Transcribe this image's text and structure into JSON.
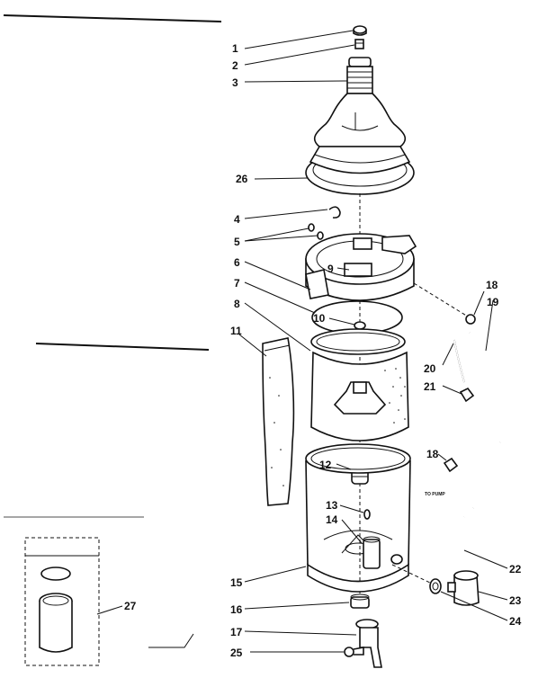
{
  "colors": {
    "ink": "#111111",
    "paper": "#ffffff"
  },
  "note_to_pump": "TO PUMP",
  "callouts": [
    {
      "id": "1",
      "text": "1"
    },
    {
      "id": "2",
      "text": "2"
    },
    {
      "id": "3",
      "text": "3"
    },
    {
      "id": "26",
      "text": "26"
    },
    {
      "id": "4",
      "text": "4"
    },
    {
      "id": "5",
      "text": "5"
    },
    {
      "id": "9",
      "text": "9"
    },
    {
      "id": "6",
      "text": "6"
    },
    {
      "id": "7",
      "text": "7"
    },
    {
      "id": "10",
      "text": "10"
    },
    {
      "id": "8",
      "text": "8"
    },
    {
      "id": "11",
      "text": "11"
    },
    {
      "id": "18a",
      "text": "18"
    },
    {
      "id": "19",
      "text": "19"
    },
    {
      "id": "20",
      "text": "20"
    },
    {
      "id": "21",
      "text": "21"
    },
    {
      "id": "18b",
      "text": "18"
    },
    {
      "id": "12",
      "text": "12"
    },
    {
      "id": "13",
      "text": "13"
    },
    {
      "id": "14",
      "text": "14"
    },
    {
      "id": "15",
      "text": "15"
    },
    {
      "id": "22",
      "text": "22"
    },
    {
      "id": "23",
      "text": "23"
    },
    {
      "id": "16",
      "text": "16"
    },
    {
      "id": "24",
      "text": "24"
    },
    {
      "id": "17",
      "text": "17"
    },
    {
      "id": "25",
      "text": "25"
    },
    {
      "id": "27",
      "text": "27"
    }
  ]
}
